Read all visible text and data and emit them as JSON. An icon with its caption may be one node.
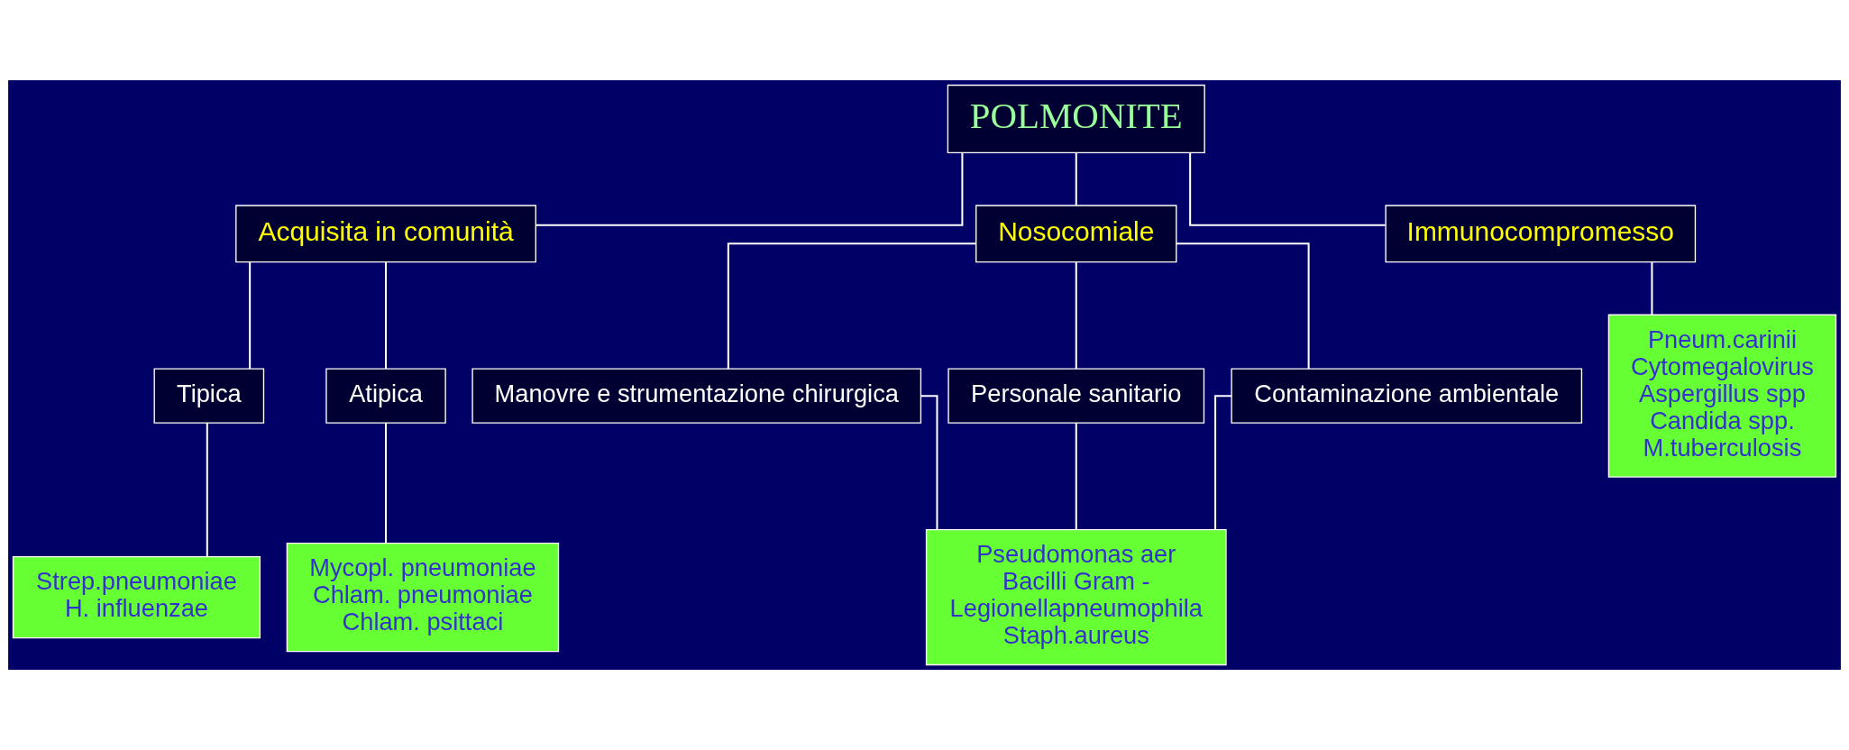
{
  "diagram": {
    "nodes": [
      {
        "text": [
          "POLMONITE"
        ]
      },
      {
        "text": [
          "Acquisita in comunità"
        ]
      },
      {
        "text": [
          "Nosocomiale"
        ]
      },
      {
        "text": [
          "Immunocompromesso"
        ]
      },
      {
        "text": [
          "Tipica"
        ]
      },
      {
        "text": [
          "Atipica"
        ]
      },
      {
        "text": [
          "Manovre e strumentazione chirurgica"
        ]
      },
      {
        "text": [
          "Personale sanitario"
        ]
      },
      {
        "text": [
          "Contaminazione ambientale"
        ]
      },
      {
        "text": [
          "Strep.pneumoniae",
          "H. influenzae"
        ]
      },
      {
        "text": [
          "Mycopl. pneumoniae",
          "Chlam. pneumoniae",
          "Chlam. psittaci"
        ]
      },
      {
        "text": [
          "Pseudomonas aer",
          "Bacilli Gram -",
          "Legionellapneumophila",
          "Staph.aureus"
        ]
      },
      {
        "text": [
          "Pneum.carinii",
          "Cytomegalovirus",
          "Aspergillus spp",
          "Candida spp.",
          "M.tuberculosis"
        ]
      }
    ],
    "edges": [
      {
        "from": 0,
        "to": 1,
        "arrow": "none"
      },
      {
        "from": 0,
        "to": 2,
        "arrow": "none"
      },
      {
        "from": 0,
        "to": 3,
        "arrow": "none"
      },
      {
        "from": 1,
        "to": 4,
        "arrow": "none"
      },
      {
        "from": 1,
        "to": 5,
        "arrow": "none"
      },
      {
        "from": 2,
        "to": 6,
        "arrow": "none"
      },
      {
        "from": 2,
        "to": 7,
        "arrow": "none"
      },
      {
        "from": 2,
        "to": 8,
        "arrow": "none"
      },
      {
        "from": 4,
        "to": 9,
        "arrow": "none"
      },
      {
        "from": 5,
        "to": 10,
        "arrow": "none"
      },
      {
        "from": 6,
        "to": 11,
        "arrow": "none"
      },
      {
        "from": 7,
        "to": 11,
        "arrow": "none"
      },
      {
        "from": 8,
        "to": 11,
        "arrow": "none"
      },
      {
        "from": 3,
        "to": 12,
        "arrow": "none"
      }
    ]
  }
}
